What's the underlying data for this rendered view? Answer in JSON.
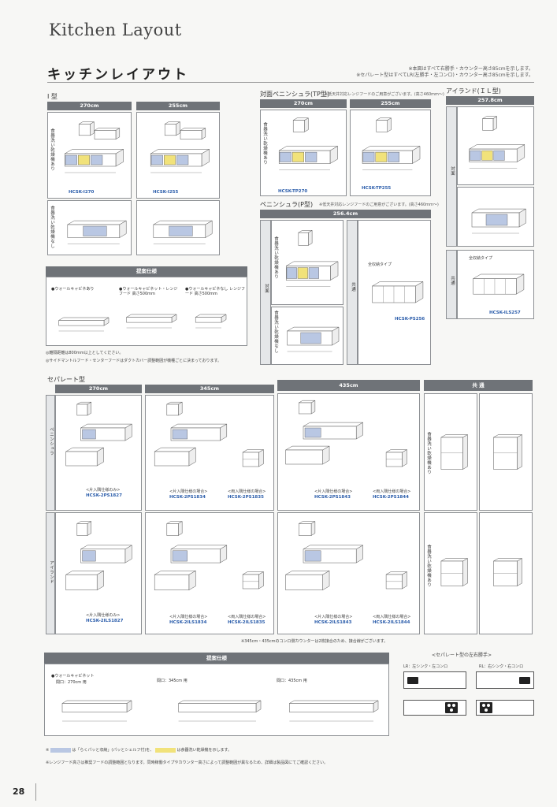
{
  "header": {
    "title_en": "Kitchen Layout",
    "title_jp": "キッチンレイアウト",
    "note_1": "※本図はすべて右勝手・カウンター高さ85cmを示します。",
    "note_2": "※セパレート型はすべてLR(左勝手・左コンロ)・カウンター高さ85cmを示します。"
  },
  "i_type": {
    "label": "I 型",
    "col_270": "270cm",
    "col_255": "255cm",
    "row_with": "食器洗い乾燥機あり",
    "row_without": "食器洗い乾燥機なし",
    "code_270": "HCSK-I270",
    "code_255": "HCSK-I255"
  },
  "tp_type": {
    "label": "対面ペニンシュラ(TP型)",
    "note": "※低天井対応レンジフードのご用意がございます。(高さ460mm〜)",
    "col_270": "270cm",
    "col_255": "255cm",
    "row_with": "食器洗い乾燥機あり",
    "code_270": "HCSK-TP270",
    "code_255": "HCSK-TP255"
  },
  "island_type": {
    "label": "アイランド(ＩＬ型)",
    "col": "257.8cm",
    "row_face": "対面",
    "row_common": "共通",
    "storage": "全収納タイプ",
    "code": "HCSK-ILS257"
  },
  "p_type": {
    "label": "ペニンシュラ(P型)",
    "note": "※低天井対応レンジフードのご用意がございます。(高さ460mm〜)",
    "col": "256.4cm",
    "row_face": "対面",
    "row_with": "食器洗い乾燥機あり",
    "row_without": "食器洗い乾燥機なし",
    "row_common": "共通",
    "storage": "全収納タイプ",
    "code": "HCSK-PS256"
  },
  "proposal_1": {
    "header": "提案仕様",
    "item_1": "●ウォールキャビネあり",
    "item_2": "●ウォールキャビネット・レンジフード 高さ500mm",
    "item_3": "●ウォールキャビネなし レンジフード 高さ500mm",
    "note_1": "◎離隔距離は800mm以上としてください。",
    "note_2": "◎サイドマントルフード・センターフードはダクトカバー調整範囲が機種ごとに決まっております。"
  },
  "separate": {
    "label": "セパレート型",
    "col_270": "270cm",
    "col_345": "345cm",
    "col_435": "435cm",
    "col_common": "共 通",
    "row_peninsula": "ペニンシュラ",
    "row_island": "アイランド",
    "row_with": "食器洗い乾燥機あり",
    "one_side_only": "<片入隅仕様のみ>",
    "one_side": "<片入隅仕様の場合>",
    "both_side": "<両入隅仕様の場合>",
    "codes_p": [
      "HCSK-2PS1827",
      "HCSK-2PS1834",
      "HCSK-2PS1835",
      "HCSK-2PS1843",
      "HCSK-2PS1844"
    ],
    "codes_il": [
      "HCSK-2ILS1827",
      "HCSK-2ILS1834",
      "HCSK-2ILS1835",
      "HCSK-2ILS1843",
      "HCSK-2ILS1844"
    ],
    "note": "※345cm・435cmのコンロ側カウンターは2枚接合のため、接合線がございます。"
  },
  "proposal_2": {
    "header": "提案仕様",
    "item_1": "●ウォールキャビネット",
    "width_1": "間口：270cm 用",
    "width_2": "間口：345cm 用",
    "width_3": "間口：435cm 用"
  },
  "hand": {
    "title": "<セパレート型の左右勝手>",
    "lr": "LR：左シンク・左コンロ",
    "rl": "RL：右シンク・右コンロ"
  },
  "footer": {
    "legend_1a": "は「らくパッと収納」(パッとシェルフ付)を、",
    "legend_1b": "は食器洗い乾燥機を示します。",
    "note_2": "※レンジフード高さは推奨フードの調整範囲となります。同時稼働タイプやカウンター高さによって調整範囲が異なるため、詳細は製品図にてご確認ください。",
    "page": "28"
  },
  "colors": {
    "header_gray": "#6f7378",
    "blue_storage": "#b9c7e3",
    "yellow_dishwasher": "#f1e27a"
  }
}
